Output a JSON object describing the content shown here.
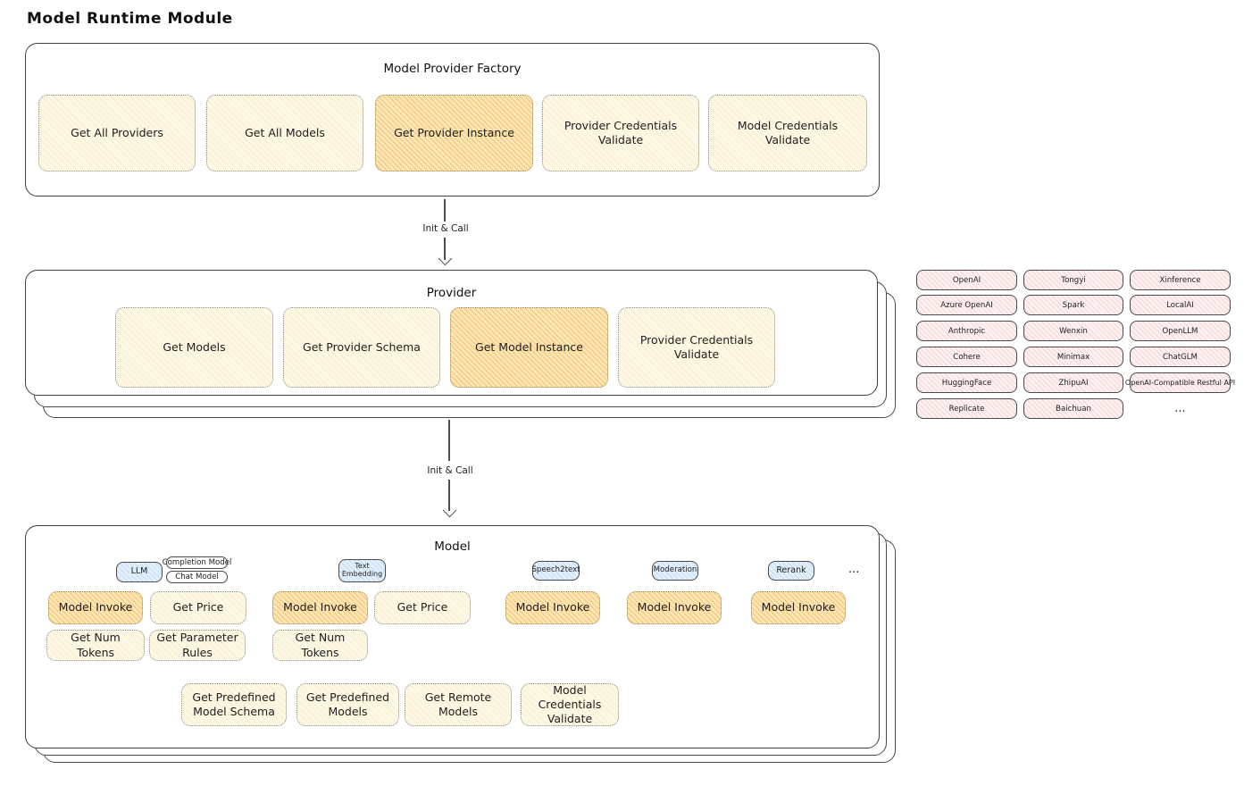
{
  "page_title": "Model Runtime Module",
  "arrows": {
    "arrow1_label": "Init & Call",
    "arrow2_label": "Init & Call"
  },
  "factory": {
    "title": "Model Provider Factory",
    "ops": [
      "Get All Providers",
      "Get All Models",
      "Get Provider Instance",
      "Provider Credentials Validate",
      "Model Credentials Validate"
    ]
  },
  "provider": {
    "title": "Provider",
    "ops": [
      "Get Models",
      "Get Provider Schema",
      "Get Model Instance",
      "Provider Credentials Validate"
    ]
  },
  "providers_grid": {
    "items": [
      "OpenAI",
      "Tongyi",
      "Xinference",
      "Azure OpenAI",
      "Spark",
      "LocalAI",
      "Anthropic",
      "Wenxin",
      "OpenLLM",
      "Cohere",
      "Minimax",
      "ChatGLM",
      "HuggingFace",
      "ZhipuAI",
      "OpenAI-Compatible Restful API",
      "Replicate",
      "Baichuan"
    ],
    "ellipsis": "..."
  },
  "model": {
    "title": "Model",
    "tabs": {
      "llm": "LLM",
      "completion": "Completion Model",
      "chat": "Chat Model",
      "text_embedding": "Text Embedding",
      "speech2text": "Speech2text",
      "moderation": "Moderation",
      "rerank": "Rerank",
      "ellipsis": "..."
    },
    "ops": [
      "Model Invoke",
      "Get Price",
      "Get Num Tokens",
      "Get Parameter Rules",
      "Model Invoke",
      "Get Price",
      "Get Num Tokens",
      "Model Invoke",
      "Model Invoke",
      "Model Invoke",
      "Get Predefined Model Schema",
      "Get Predefined Models",
      "Get Remote Models",
      "Model Credentials Validate"
    ]
  },
  "colors": {
    "highlight_fill": "#fbe7ba",
    "light_fill": "#fdf8e6",
    "pink_fill": "#fdf1f1",
    "blue_fill": "#e3f0fb",
    "border": "#3f3f3f"
  }
}
